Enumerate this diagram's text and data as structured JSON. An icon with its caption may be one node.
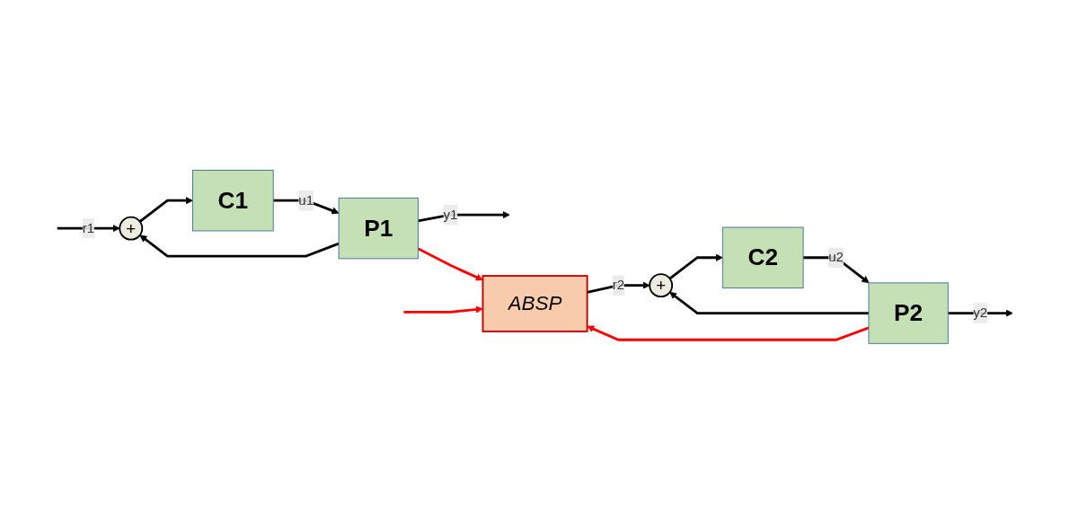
{
  "diagram": {
    "nodes": [
      {
        "text": [
          "+"
        ]
      },
      {
        "text": [
          "C1"
        ]
      },
      {
        "text": [
          "P1"
        ]
      },
      {
        "text": [
          "ABSP"
        ]
      },
      {
        "text": [
          "+"
        ]
      },
      {
        "text": [
          "C2"
        ]
      },
      {
        "text": [
          "P2"
        ]
      }
    ],
    "edges": [
      {
        "from": null,
        "to": 0,
        "arrow": "to",
        "label": "r1"
      },
      {
        "from": null,
        "to": 3,
        "arrow": "to",
        "color": "#ff0000"
      },
      {
        "from": 0,
        "to": 1,
        "arrow": "to"
      },
      {
        "from": 1,
        "to": 2,
        "arrow": "to",
        "label": "u1"
      },
      {
        "from": 2,
        "to": null,
        "arrow": "to",
        "label": "y1"
      },
      {
        "from": 2,
        "to": 0,
        "arrow": "to"
      },
      {
        "from": 2,
        "to": 3,
        "arrow": "to",
        "color": "#ff0000"
      },
      {
        "from": 3,
        "to": 4,
        "arrow": "to",
        "label": "r2"
      },
      {
        "from": 4,
        "to": 5,
        "arrow": "to"
      },
      {
        "from": 5,
        "to": 6,
        "arrow": "to",
        "label": "u2"
      },
      {
        "from": 6,
        "to": null,
        "arrow": "to",
        "label": "y2"
      },
      {
        "from": 6,
        "to": 3,
        "arrow": "to",
        "color": "#ff0000"
      },
      {
        "from": 6,
        "to": 4,
        "arrow": "to"
      }
    ]
  }
}
